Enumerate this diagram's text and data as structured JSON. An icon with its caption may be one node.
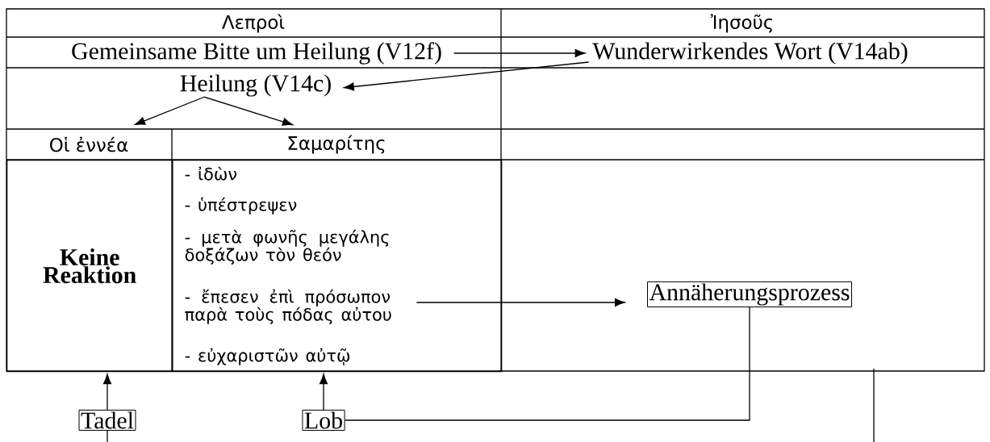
{
  "diagram": {
    "nodes": [
      {
        "text": [
          "Λεπροὶ"
        ]
      },
      {
        "text": [
          "Ἰησοῦς"
        ]
      },
      {
        "text": [
          "Gemeinsame Bitte um Heilung (V12f)"
        ]
      },
      {
        "text": [
          "Wunderwirkendes Wort (V14ab)"
        ]
      },
      {
        "text": [
          "Heilung (V14c)"
        ]
      },
      {
        "text": [
          "Οἱ ἐννέα"
        ]
      },
      {
        "text": [
          "Σαμαρίτης"
        ]
      },
      {
        "text": [
          "Keine Reaktion"
        ]
      },
      {
        "text": [],
        "shape": "box"
      },
      {
        "text": [
          "- ἰδὼν"
        ],
        "in": 8
      },
      {
        "text": [
          "- ὑπέστρεψεν"
        ],
        "in": 8
      },
      {
        "text": [
          "- μετὰ φωνῆς μεγάλης δοξάζων τὸν θεόν"
        ],
        "in": 8
      },
      {
        "text": [
          "- ἔπεσεν ἐπὶ πρόσωπον παρὰ τοὺς πόδας αὐτου"
        ],
        "in": 8
      },
      {
        "text": [
          "- εὐχαριστῶν αὐτῷ"
        ],
        "in": 8
      },
      {
        "text": [
          "Annäherungsprozess"
        ]
      },
      {
        "text": [
          "Tadel"
        ]
      },
      {
        "text": [
          "Lob"
        ]
      }
    ],
    "edges": [
      {
        "from": 2,
        "to": 3,
        "arrow": "to"
      },
      {
        "from": 3,
        "to": 4,
        "arrow": "to"
      },
      {
        "from": 4,
        "to": 5,
        "arrow": "to"
      },
      {
        "from": 4,
        "to": 6,
        "arrow": "to"
      },
      {
        "from": 12,
        "to": 14,
        "arrow": "to"
      },
      {
        "from": 15,
        "to": 7,
        "arrow": "to"
      },
      {
        "from": 16,
        "to": 8,
        "arrow": "to"
      },
      {
        "from": 16,
        "to": 14,
        "arrow": "none"
      },
      {
        "from": 15,
        "to": null,
        "arrow": "none"
      }
    ]
  }
}
